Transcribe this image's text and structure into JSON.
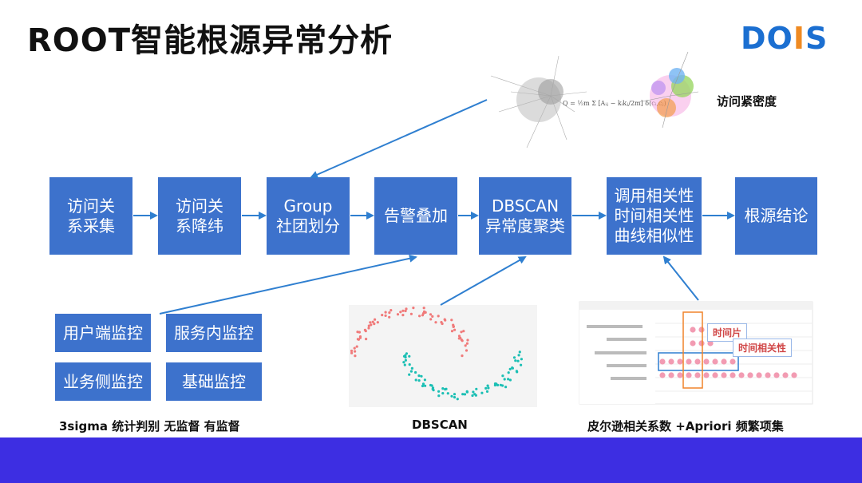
{
  "title": "ROOT智能根源异常分析",
  "logo": {
    "part1": "DO",
    "part2": "I",
    "part3": "S"
  },
  "top_note": "访问紧密度",
  "flow": [
    {
      "id": "collect",
      "label": "访问关\n系采集"
    },
    {
      "id": "reduce",
      "label": "访问关\n系降纬"
    },
    {
      "id": "group",
      "label": "Group\n社团划分"
    },
    {
      "id": "alert",
      "label": "告警叠加"
    },
    {
      "id": "dbscan",
      "label": "DBSCAN\n异常度聚类"
    },
    {
      "id": "corr",
      "label": "调用相关性\n时间相关性\n曲线相似性"
    },
    {
      "id": "root",
      "label": "根源结论"
    }
  ],
  "monitors": [
    {
      "label": "用户端监控"
    },
    {
      "label": "服务内监控"
    },
    {
      "label": "业务侧监控"
    },
    {
      "label": "基础监控"
    }
  ],
  "captions": {
    "left": "3sigma 统计判别  无监督 有监督",
    "middle": "DBSCAN",
    "right": "皮尔逊相关系数 +Apriori 频繁项集"
  },
  "timeline_tags": {
    "time_slice": "时间片",
    "time_corr": "时间相关性"
  },
  "colors": {
    "box": "#3d72cc",
    "arrow": "#2f7fd0",
    "bar": "#3d2ee2"
  }
}
